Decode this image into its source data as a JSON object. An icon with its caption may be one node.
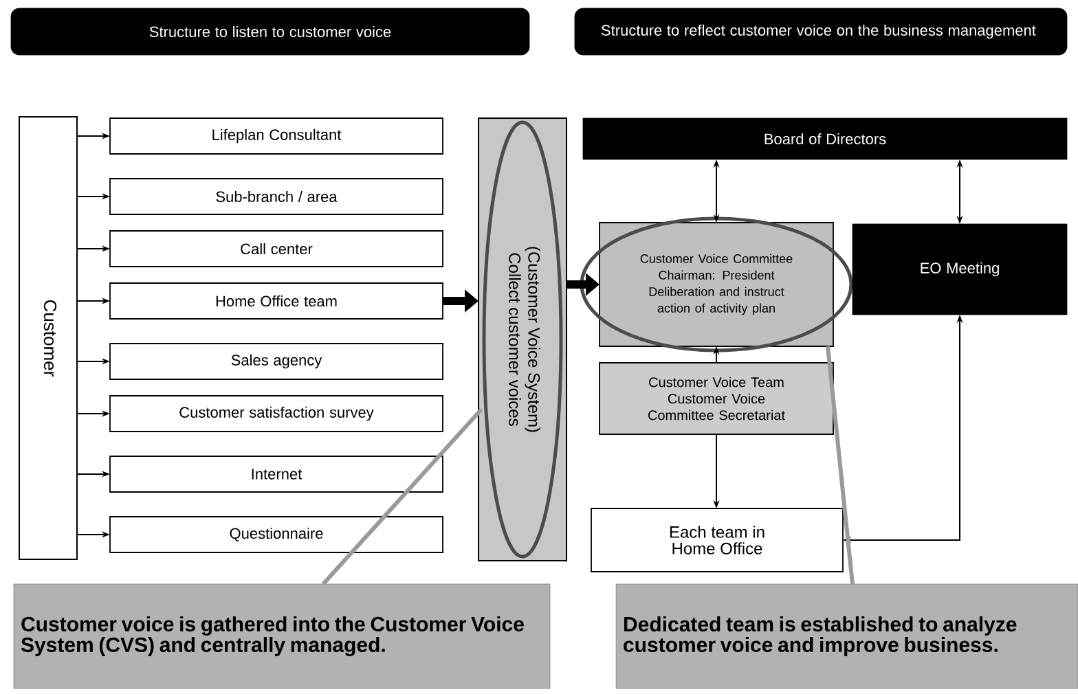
{
  "diagram": {
    "nodes": [
      {
        "text": [
          "Structure to listen to customer voice"
        ]
      },
      {
        "text": [
          "Structure to reflect customer voice on the business management"
        ]
      },
      {
        "text": [
          "Customer"
        ]
      },
      {
        "text": [
          "Lifeplan Consultant"
        ]
      },
      {
        "text": [
          "Sub-branch / area"
        ]
      },
      {
        "text": [
          "Call center"
        ]
      },
      {
        "text": [
          "Home Office team"
        ]
      },
      {
        "text": [
          "Sales agency"
        ]
      },
      {
        "text": [
          "Customer satisfaction survey"
        ]
      },
      {
        "text": [
          "Internet"
        ]
      },
      {
        "text": [
          "Questionnaire"
        ]
      },
      {
        "text": [
          "(Customer Voice System)",
          "Collect customer voices"
        ]
      },
      {
        "text": [
          "Board of Directors"
        ]
      },
      {
        "text": [
          "Customer Voice Committee Chairman: President Deliberation and instruct action of activity plan"
        ]
      },
      {
        "text": [
          "EO Meeting"
        ]
      },
      {
        "text": [
          "Customer Voice Team",
          "Customer Voice Committee Secretariat"
        ]
      },
      {
        "text": [
          "Each team in Home Office"
        ]
      },
      {
        "text": [
          "Customer voice is gathered into the Customer Voice System (CVS) and centrally managed."
        ]
      },
      {
        "text": [
          "Dedicated team is established to analyze customer voice and improve business."
        ]
      }
    ],
    "edges": [
      {
        "from": 2,
        "to": 3,
        "arrow": "to"
      },
      {
        "from": 2,
        "to": 4,
        "arrow": "to"
      },
      {
        "from": 2,
        "to": 5,
        "arrow": "to"
      },
      {
        "from": 2,
        "to": 6,
        "arrow": "to"
      },
      {
        "from": 2,
        "to": 7,
        "arrow": "to"
      },
      {
        "from": 2,
        "to": 8,
        "arrow": "to"
      },
      {
        "from": 2,
        "to": 9,
        "arrow": "to"
      },
      {
        "from": 2,
        "to": 10,
        "arrow": "to"
      },
      {
        "from": 6,
        "to": 11,
        "arrow": "to",
        "style": "thick"
      },
      {
        "from": 11,
        "to": 13,
        "arrow": "to",
        "style": "thick"
      },
      {
        "from": 12,
        "to": 13,
        "arrow": "both"
      },
      {
        "from": 12,
        "to": 14,
        "arrow": "both"
      },
      {
        "from": 15,
        "to": 13,
        "arrow": "to"
      },
      {
        "from": 15,
        "to": 16,
        "arrow": "to"
      },
      {
        "from": 14,
        "to": 16,
        "arrow": "both"
      },
      {
        "from": 17,
        "to": 11,
        "arrow": "none",
        "style": "thick",
        "color": "#9a9a9a"
      },
      {
        "from": 18,
        "to": 13,
        "arrow": "none",
        "style": "thick",
        "color": "#9a9a9a"
      }
    ]
  }
}
